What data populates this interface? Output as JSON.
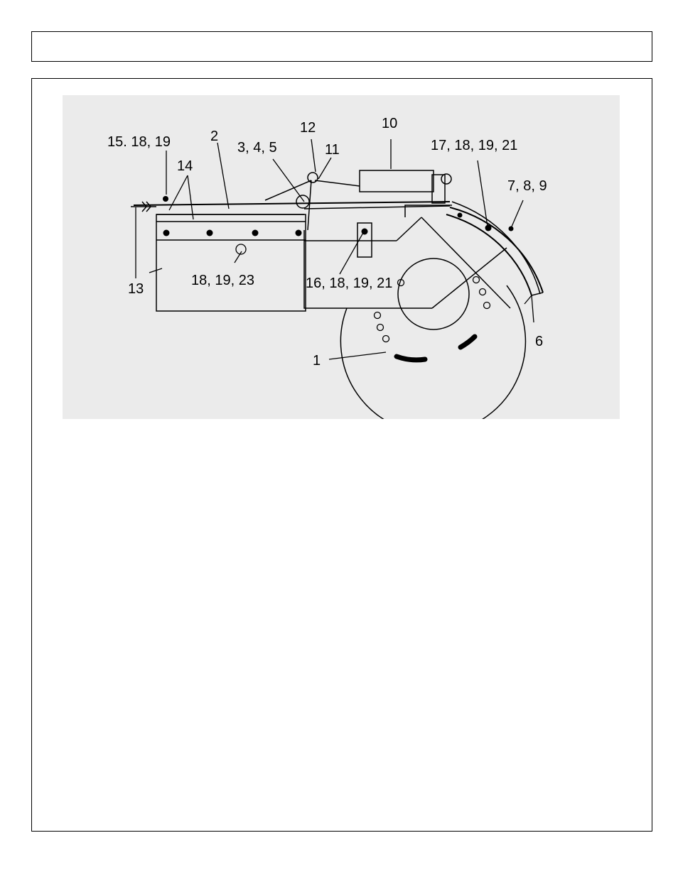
{
  "page": {
    "title": ""
  },
  "diagram": {
    "callouts": [
      "15. 18, 19",
      "14",
      "2",
      "3, 4, 5",
      "12",
      "11",
      "10",
      "17, 18, 19, 21",
      "7, 8, 9",
      "13",
      "18, 19, 23",
      "16, 18, 19, 21",
      "6",
      "1"
    ]
  }
}
